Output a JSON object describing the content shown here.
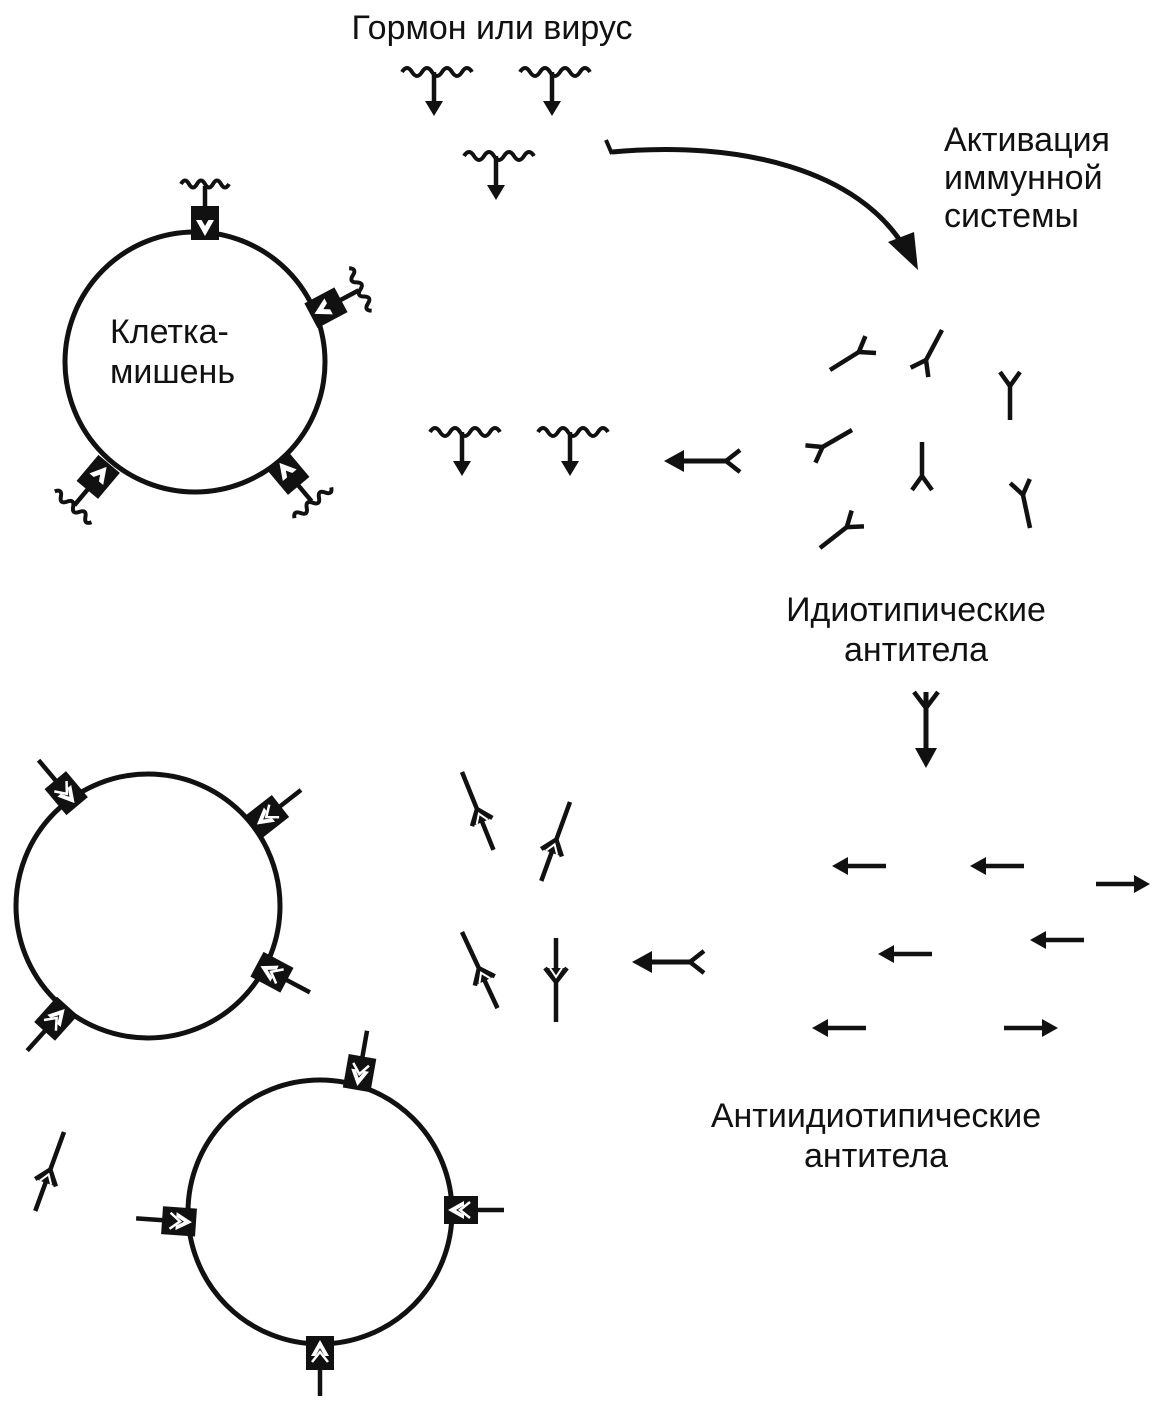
{
  "labels": {
    "hormone_or_virus": "Гормон или вирус",
    "immune_activation": [
      "Активация",
      "иммунной",
      "системы"
    ],
    "target_cell": [
      "Клетка-",
      "мишень"
    ],
    "idiotypic_antibodies": [
      "Идиотипические",
      "антитела"
    ],
    "anti_idiotypic_antibodies": [
      "Антиидиотипические",
      "антитела"
    ]
  },
  "colors": {
    "ink": "#111111",
    "background": "#ffffff"
  }
}
